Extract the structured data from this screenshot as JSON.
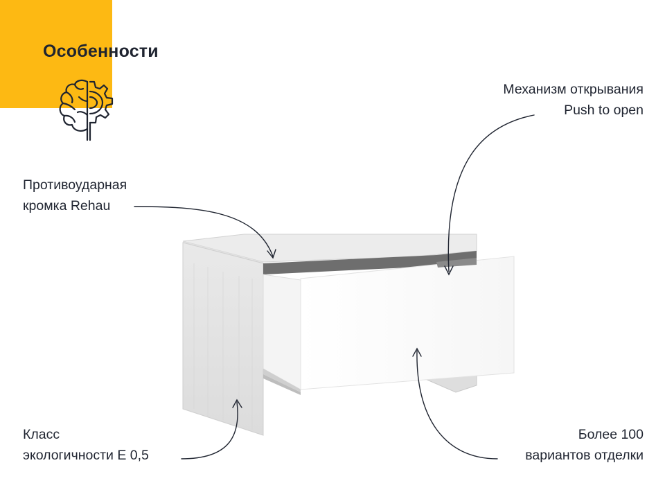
{
  "header": {
    "title": "Особенности",
    "accent_color": "#FDB913",
    "icon": "brain-gear-icon"
  },
  "callouts": {
    "edge": {
      "line1": "Противоударная",
      "line2": "кромка Rehau"
    },
    "push": {
      "line1": "Механизм открывания",
      "line2": "Push to open"
    },
    "eco": {
      "line1": "Класс",
      "line2": "экологичности Е 0,5"
    },
    "variants": {
      "line1": "Более 100",
      "line2": "вариантов отделки"
    }
  },
  "product": {
    "name": "nightstand-with-drawer"
  }
}
